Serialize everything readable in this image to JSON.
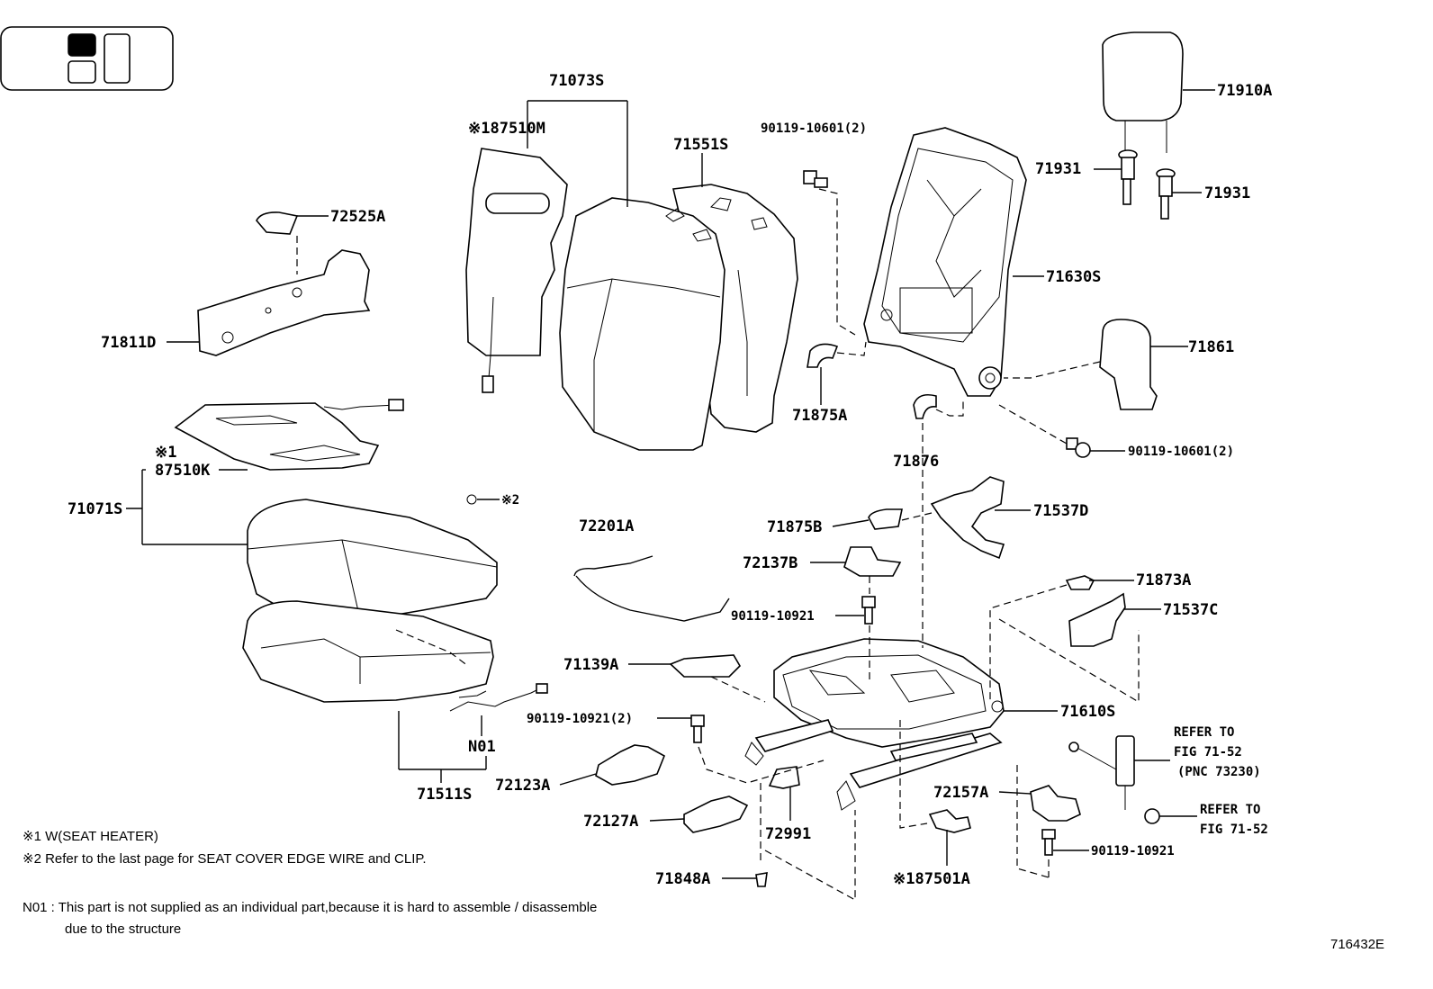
{
  "labels": {
    "p71073S": "71073S",
    "p87510M": "※187510M",
    "p71551S": "71551S",
    "p90119_10601_top": "90119-10601(2)",
    "p71910A": "71910A",
    "p71931a": "71931",
    "p71931b": "71931",
    "p72525A": "72525A",
    "p71630S": "71630S",
    "p71811D": "71811D",
    "p71861": "71861",
    "p71875A": "71875A",
    "p71876": "71876",
    "p90119_10601_right": "90119-10601(2)",
    "p87510K_mark": "※1",
    "p87510K": "87510K",
    "p71071S": "71071S",
    "p_mark2": "※2",
    "p72201A": "72201A",
    "p71875B": "71875B",
    "p71537D": "71537D",
    "p72137B": "72137B",
    "p90119_10921_a": "90119-10921",
    "p71873A": "71873A",
    "p71537C": "71537C",
    "p71139A": "71139A",
    "p90119_10921_2": "90119-10921(2)",
    "p71610S": "71610S",
    "p_refer1_a": "REFER TO",
    "p_refer1_b": "FIG 71-52",
    "p_refer1_c": "(PNC 73230)",
    "pN01": "N01",
    "p72123A": "72123A",
    "p72157A": "72157A",
    "p71511S": "71511S",
    "p_refer2_a": "REFER TO",
    "p_refer2_b": "FIG 71-52",
    "p72127A": "72127A",
    "p72991": "72991",
    "p90119_10921_b": "90119-10921",
    "p71848A": "71848A",
    "p87501A": "※187501A"
  },
  "notes": {
    "n1": "※1  W(SEAT  HEATER)",
    "n2": "※2  Refer to the last page for SEAT COVER EDGE WIRE and CLIP.",
    "n3a": "N01 : This part is not supplied as an individual part,because it is hard to assemble / disassemble",
    "n3b": "due to the structure"
  },
  "figure_id": "716432E",
  "icon": "seat-position-indicator-icon"
}
